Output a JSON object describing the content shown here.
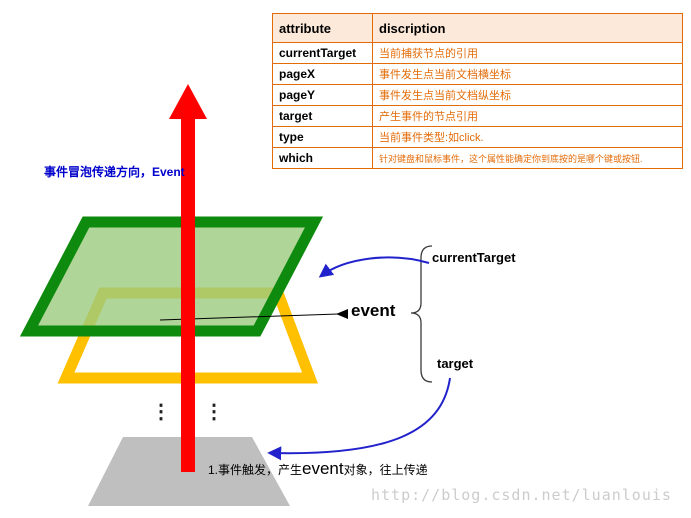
{
  "table": {
    "headers": {
      "attribute": "attribute",
      "discription": "discription"
    },
    "rows": [
      {
        "attr": "currentTarget",
        "desc": "当前捕获节点的引用"
      },
      {
        "attr": "pageX",
        "desc": "事件发生点当前文档横坐标"
      },
      {
        "attr": "pageY",
        "desc": "事件发生点当前文档纵坐标"
      },
      {
        "attr": "target",
        "desc": "产生事件的节点引用"
      },
      {
        "attr": "type",
        "desc": "当前事件类型:如click."
      },
      {
        "attr": "which",
        "desc": "针对键盘和鼠标事件，这个属性能确定你到底按的是哪个键或按钮."
      }
    ]
  },
  "diagram": {
    "bubble_direction_label": "事件冒泡传递方向，Event",
    "current_target_label": "currentTarget",
    "event_label": "event",
    "target_label": "target",
    "dots": "⋮",
    "note": {
      "prefix": "1.事件触发，产生",
      "event": "event",
      "suffix": "对象，往上传递"
    }
  },
  "watermark": "http://blog.csdn.net/luanlouis",
  "colors": {
    "table_border": "#E36C09",
    "table_header_bg": "#FDE9D9",
    "description_text": "#E36C09",
    "bubble_arrow_red": "#FF0000",
    "direction_label_blue": "#0000CC",
    "green_layer_border": "#0E8A0E",
    "green_layer_fill": "#9BCB80",
    "yellow_layer_border": "#FFC000",
    "gray_layer_fill": "#BFBFBF",
    "pointer_blue": "#2222CC",
    "watermark_gray": "#CCCCCC"
  }
}
